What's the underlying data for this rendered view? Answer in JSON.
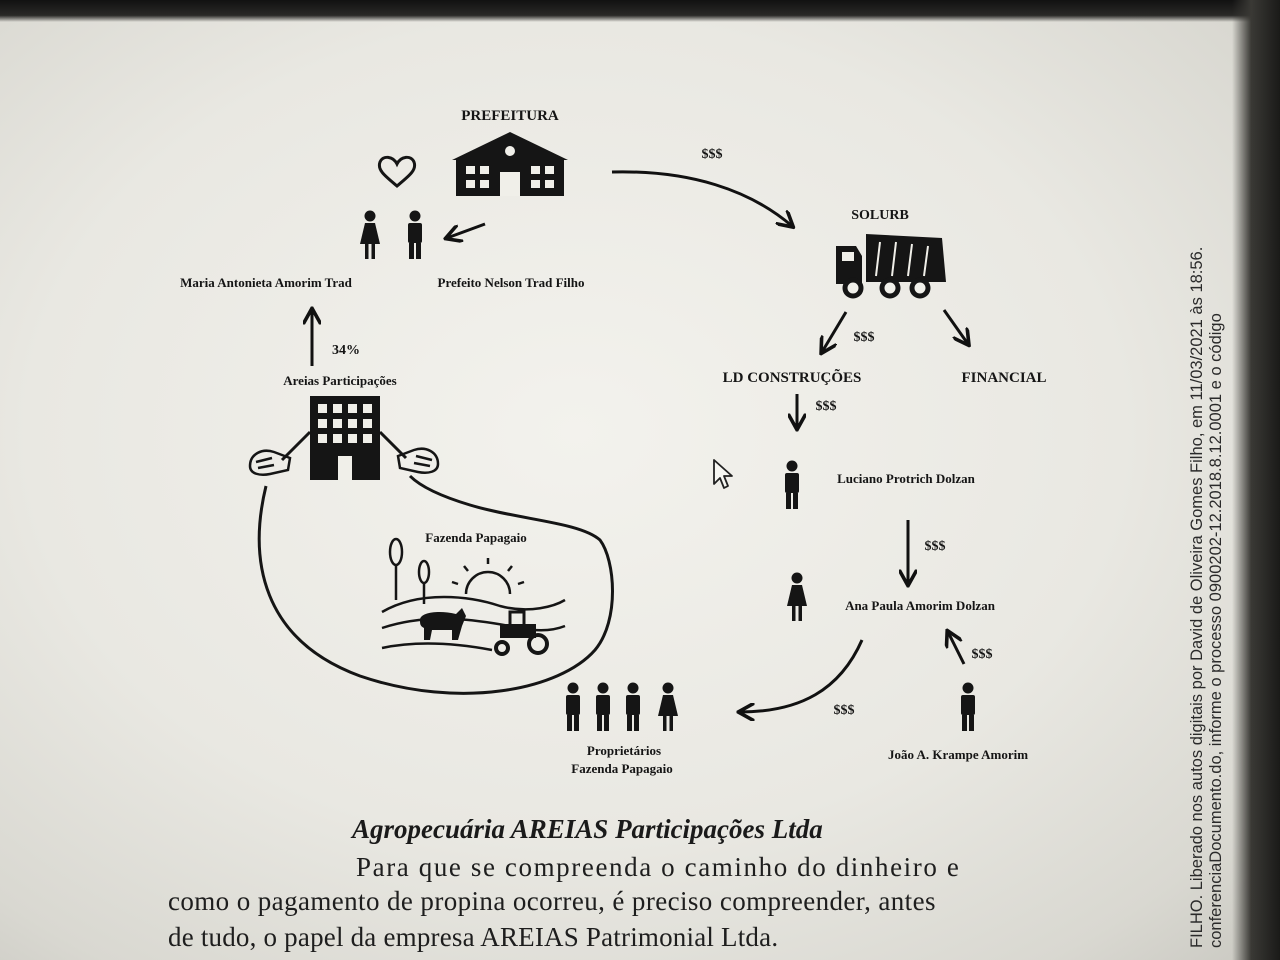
{
  "diagram": {
    "nodes": {
      "prefeitura": "PREFEITURA",
      "solurb": "SOLURB",
      "maria": "Maria Antonieta Amorim Trad",
      "prefeito": "Prefeito Nelson Trad Filho",
      "areias": "Areias Participações",
      "fazenda": "Fazenda Papagaio",
      "ld": "LD CONSTRUÇÕES",
      "financial": "FINANCIAL",
      "luciano": "Luciano Protrich Dolzan",
      "ana": "Ana Paula Amorim Dolzan",
      "joao": "João A. Krampe Amorim",
      "proprietarios_1": "Proprietários",
      "proprietarios_2": "Fazenda Papagaio"
    },
    "edge_labels": {
      "prefeitura_solurb": "$$$",
      "solurb_ld": "$$$",
      "ld_luciano": "$$$",
      "luciano_ana": "$$$",
      "joao_ana": "$$$",
      "ana_proprietarios": "$$$",
      "areias_maria": "34%"
    }
  },
  "document": {
    "caption": "Agropecuária AREIAS Participações Ltda",
    "line1": "Para que se compreenda o caminho do dinheiro e",
    "line2": "como o pagamento de propina ocorreu, é preciso compreender, antes",
    "line3": "de tudo, o papel da empresa AREIAS Patrimonial Ltda."
  },
  "margin_note": {
    "line1": "FILHO. Liberado nos autos digitais por David de Oliveira Gomes Filho, em 11/03/2021 às 18:56.",
    "line2": "conferenciaDocumento.do, informe o processo 0900202-12.2018.8.12.0001 e o código"
  }
}
